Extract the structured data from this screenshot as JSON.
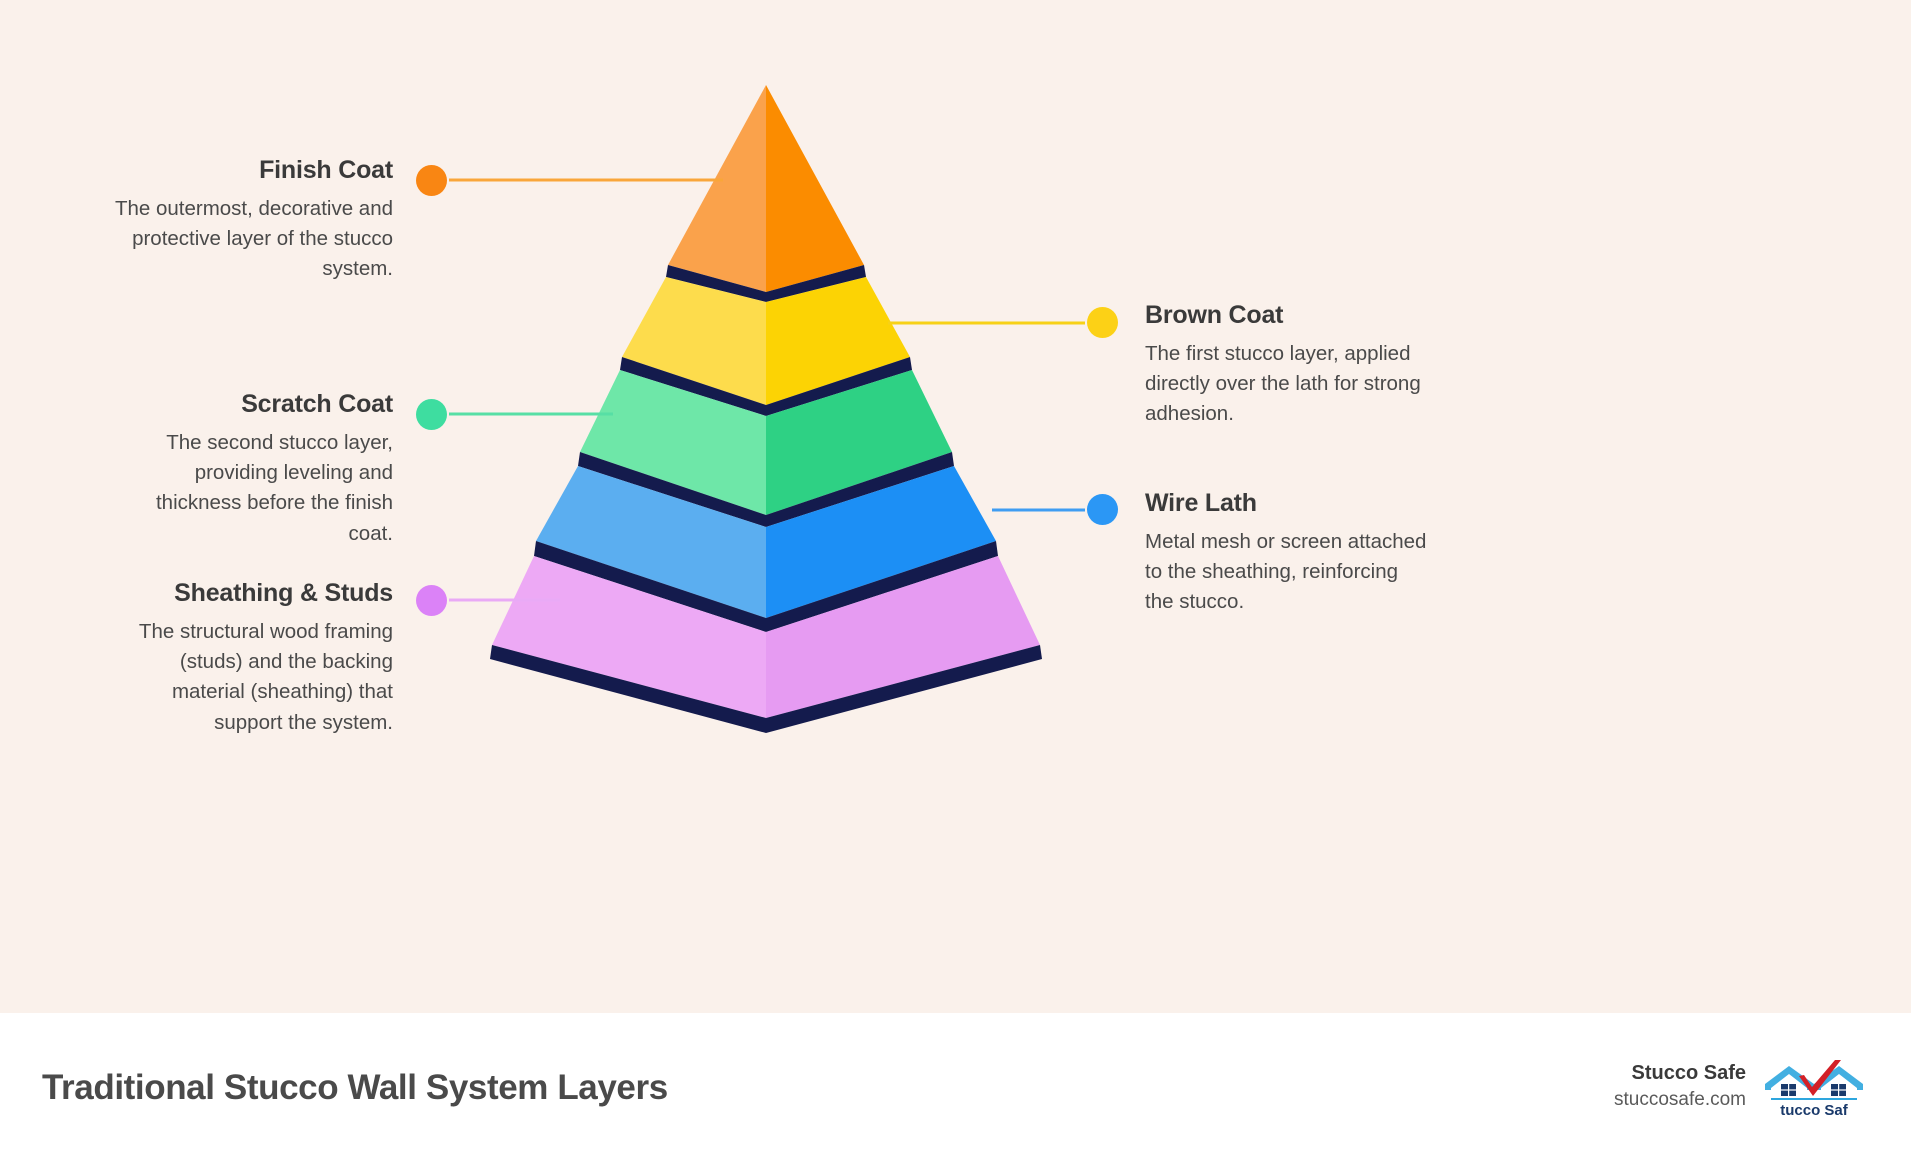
{
  "footer": {
    "title": "Traditional Stucco Wall System Layers",
    "brand_name": "Stucco Safe",
    "brand_url": "stuccosafe.com",
    "logo_text": "tucco Saf"
  },
  "colors": {
    "background": "#FAF1EB",
    "footer_background": "#FFFFFF",
    "separator": "#141B4D",
    "title_text": "#4A4A4A",
    "body_text": "#4A4A4A"
  },
  "chart_data": {
    "type": "pie",
    "title": "Traditional Stucco Wall System Layers",
    "layout": "stacked-pyramid-5-levels",
    "categories": [
      "Finish Coat",
      "Brown Coat",
      "Scratch Coat",
      "Wire Lath",
      "Sheathing & Studs"
    ],
    "values": [
      1,
      2,
      3,
      4,
      5
    ],
    "legend_position": "both-sides"
  },
  "layers": [
    {
      "title": "Finish Coat",
      "description": "The outermost, decorative and protective layer of the stucco system.",
      "side": "left",
      "level": 1,
      "dot_color": "#F98613",
      "line_color": "#F8A council",
      "face_left": "#FAA24B",
      "face_right": "#FB8C00"
    },
    {
      "title": "Brown Coat",
      "description": "The first stucco layer, applied directly over the lath for strong adhesion.",
      "side": "right",
      "level": 2,
      "dot_color": "#FCD116",
      "face_left": "#FDDC4C",
      "face_right": "#FCD304"
    },
    {
      "title": "Scratch Coat",
      "description": "The second stucco layer, providing leveling and thickness before the finish coat.",
      "side": "left",
      "level": 3,
      "dot_color": "#3EDDA0",
      "face_left": "#6EE7A8",
      "face_right": "#2ED184"
    },
    {
      "title": "Wire Lath",
      "description": "Metal mesh or screen attached to the sheathing, reinforcing the stucco.",
      "side": "right",
      "level": 4,
      "dot_color": "#2B97F5",
      "face_left": "#5BAEF0",
      "face_right": "#1C8FF5"
    },
    {
      "title": "Sheathing & Studs",
      "description": "The structural wood framing (studs) and the backing material (sheathing) that support the system.",
      "side": "left",
      "level": 5,
      "dot_color": "#DB82F7",
      "face_left": "#EDA9F5",
      "face_right": "#E69BF2"
    }
  ]
}
